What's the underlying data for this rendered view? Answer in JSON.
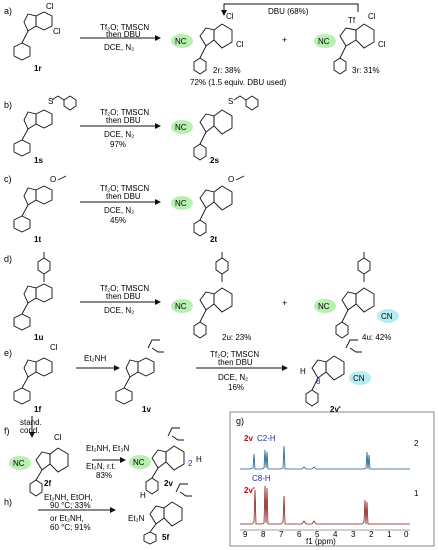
{
  "panels": {
    "a": {
      "label": "a)",
      "start": "1r",
      "start_subst": [
        "Cl",
        "Cl"
      ],
      "conditions": [
        "Tf₂O; TMSCN",
        "then DBU",
        "DCE, N₂"
      ],
      "products": [
        {
          "id": "2r",
          "yield_text": "2r: 38%",
          "groups": [
            "NC",
            "Cl",
            "Cl"
          ]
        },
        {
          "id": "3r",
          "yield_text": "3r: 31%",
          "groups": [
            "NC",
            "Tf",
            "Cl",
            "Cl"
          ]
        }
      ],
      "plus": "+",
      "note": "72% (1.5 equiv. DBU used)",
      "dbu_conversion": "DBU (68%)"
    },
    "b": {
      "label": "b)",
      "start": "1s",
      "product": "2s",
      "conditions": [
        "Tf₂O; TMSCN",
        "then DBU",
        "DCE, N₂",
        "97%"
      ],
      "groups": [
        "NC",
        "S"
      ]
    },
    "c": {
      "label": "c)",
      "start": "1t",
      "product": "2t",
      "conditions": [
        "Tf₂O; TMSCN",
        "then DBU",
        "DCE, N₂",
        "45%"
      ],
      "groups": [
        "NC",
        "O"
      ]
    },
    "d": {
      "label": "d)",
      "start": "1u",
      "conditions": [
        "Tf₂O; TMSCN",
        "then DBU",
        "DCE, N₂"
      ],
      "products": [
        {
          "id": "2u",
          "yield_text": "2u: 23%",
          "groups": [
            "NC"
          ]
        },
        {
          "id": "4u",
          "yield_text": "4u: 42%",
          "groups": [
            "NC",
            "CN"
          ]
        }
      ],
      "plus": "+"
    },
    "e": {
      "label": "e)",
      "start": "1f",
      "start_subst": [
        "Cl"
      ],
      "step1": [
        "Et₂NH"
      ],
      "intermediate": "1v",
      "step2": [
        "Tf₂O; TMSCN",
        "then DBU",
        "DCE, N₂",
        "16%"
      ],
      "product": "2v'",
      "groups": [
        "H",
        "8",
        "CN"
      ],
      "down_conditions": [
        "stand.",
        "cond."
      ]
    },
    "f": {
      "label": "f)",
      "start": "2f",
      "start_groups": [
        "NC",
        "Cl"
      ],
      "conditions": [
        "Et₂NH, Et₃N",
        "Et₃N, r.t.",
        "83%"
      ],
      "product": "2v",
      "groups": [
        "NC",
        "2",
        "H"
      ]
    },
    "h": {
      "label": "h)",
      "conditions": [
        "Et₂NH, EtOH,",
        "90 °C; 33%",
        "or Et₂NH,",
        "60 °C; 91%"
      ],
      "product": "5f",
      "groups": [
        "H",
        "N",
        "Et₂N"
      ]
    },
    "g": {
      "label": "g)",
      "top_compound": "2v",
      "top_peak": "C2-H",
      "bottom_compound": "2v'",
      "bottom_peak": "C8-H",
      "x_ticks": [
        "9",
        "8",
        "7",
        "6",
        "5",
        "4",
        "3",
        "2",
        "1",
        "0"
      ],
      "x_axis_label": "f1 (ppm)",
      "y_ticks_top": [
        "2"
      ],
      "y_ticks_bottom": [
        "1"
      ],
      "top_color": "#1a5d8a",
      "bottom_color": "#8b1a1a",
      "label_color": "#cc0000",
      "peak_label_color": "#2030a0"
    }
  },
  "common": {
    "N": "N",
    "Bn_note": ""
  }
}
